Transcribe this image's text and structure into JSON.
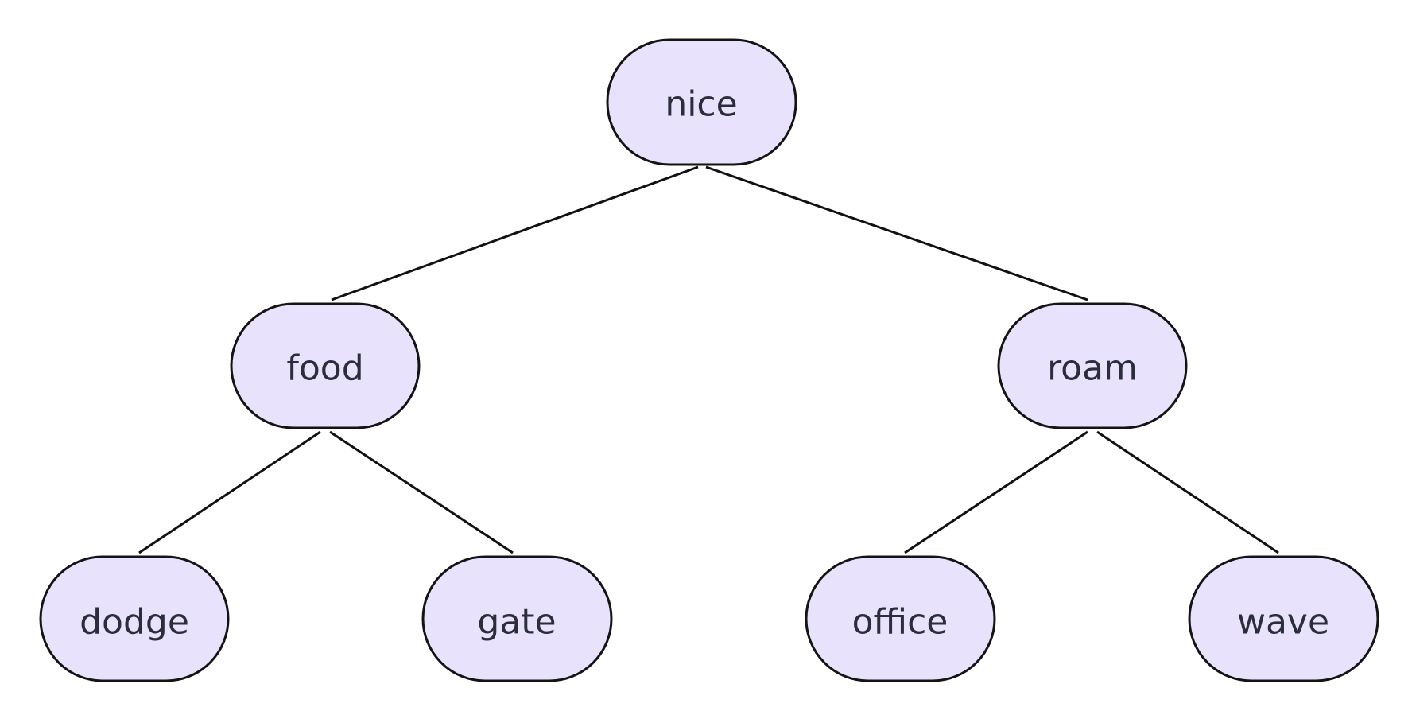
{
  "tree": {
    "nodes": [
      {
        "id": "nice",
        "label": "nice"
      },
      {
        "id": "food",
        "label": "food"
      },
      {
        "id": "roam",
        "label": "roam"
      },
      {
        "id": "dodge",
        "label": "dodge"
      },
      {
        "id": "gate",
        "label": "gate"
      },
      {
        "id": "office",
        "label": "office"
      },
      {
        "id": "wave",
        "label": "wave"
      }
    ],
    "edges": [
      {
        "from": "nice",
        "to": "food"
      },
      {
        "from": "nice",
        "to": "roam"
      },
      {
        "from": "food",
        "to": "dodge"
      },
      {
        "from": "food",
        "to": "gate"
      },
      {
        "from": "roam",
        "to": "office"
      },
      {
        "from": "roam",
        "to": "wave"
      }
    ]
  },
  "colors": {
    "node_fill": "#e8e2fd",
    "node_stroke": "#141414",
    "edge_stroke": "#111111",
    "label_text": "#2b2d3b"
  }
}
